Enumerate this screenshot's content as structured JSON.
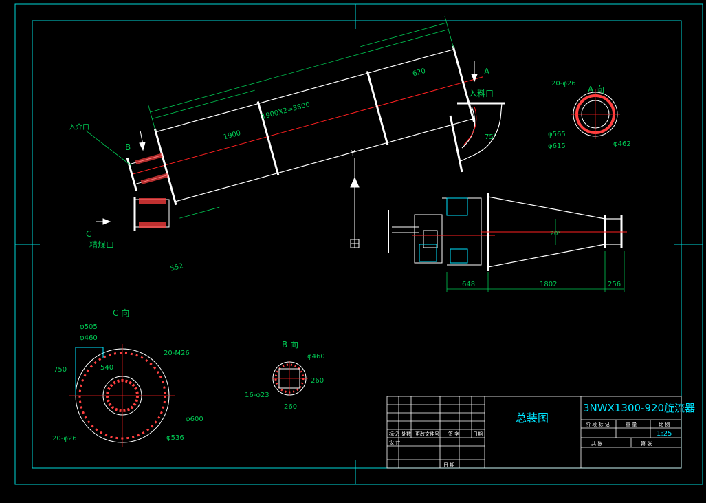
{
  "colors": {
    "background": "#000000",
    "frame": "#00d8d8",
    "body": "#ffffff",
    "dimension": "#00c853",
    "centerline": "#ff2020",
    "title": "#00e5ff",
    "flange": "#ff4040"
  },
  "labels": {
    "inlet_material": "入料口",
    "inlet_feed": "入介口",
    "outlet_coal": "精煤口",
    "arrow_A": "A",
    "arrow_B": "B",
    "arrow_C": "C",
    "axis_Y": "Y"
  },
  "dims_main": {
    "d620": "620",
    "d1900x2": "1900X2=3800",
    "d1900": "1900",
    "d552": "552",
    "angle75": "75°",
    "d648": "648",
    "d1802": "1802",
    "d256": "256",
    "angle20": "20°"
  },
  "view_A": {
    "title": "A 向",
    "holes": "20-φ26",
    "d565": "φ565",
    "d615": "φ615",
    "d462": "φ462"
  },
  "view_B": {
    "title": "B 向",
    "d460": "φ460",
    "d260h": "260",
    "d260w": "260",
    "holes": "16-φ23"
  },
  "view_C": {
    "title": "C 向",
    "d505": "φ505",
    "d460": "φ460",
    "d750": "750",
    "d540": "540",
    "m26": "20-M26",
    "d600": "φ600",
    "d536": "φ536",
    "holes": "20-φ26"
  },
  "title_block": {
    "drawing_name": "总装图",
    "model": "3NWX1300-920旋流器",
    "scale": "1:25",
    "row_labels": [
      "标记",
      "处数",
      "更改文件号",
      "签 字",
      "日期"
    ],
    "designer": "设 计",
    "date_label": "日 期",
    "stage_labels": [
      "阶 段 标 记",
      "重 量",
      "比 例"
    ],
    "sheet_labels": [
      "共 张",
      "第 张"
    ]
  }
}
